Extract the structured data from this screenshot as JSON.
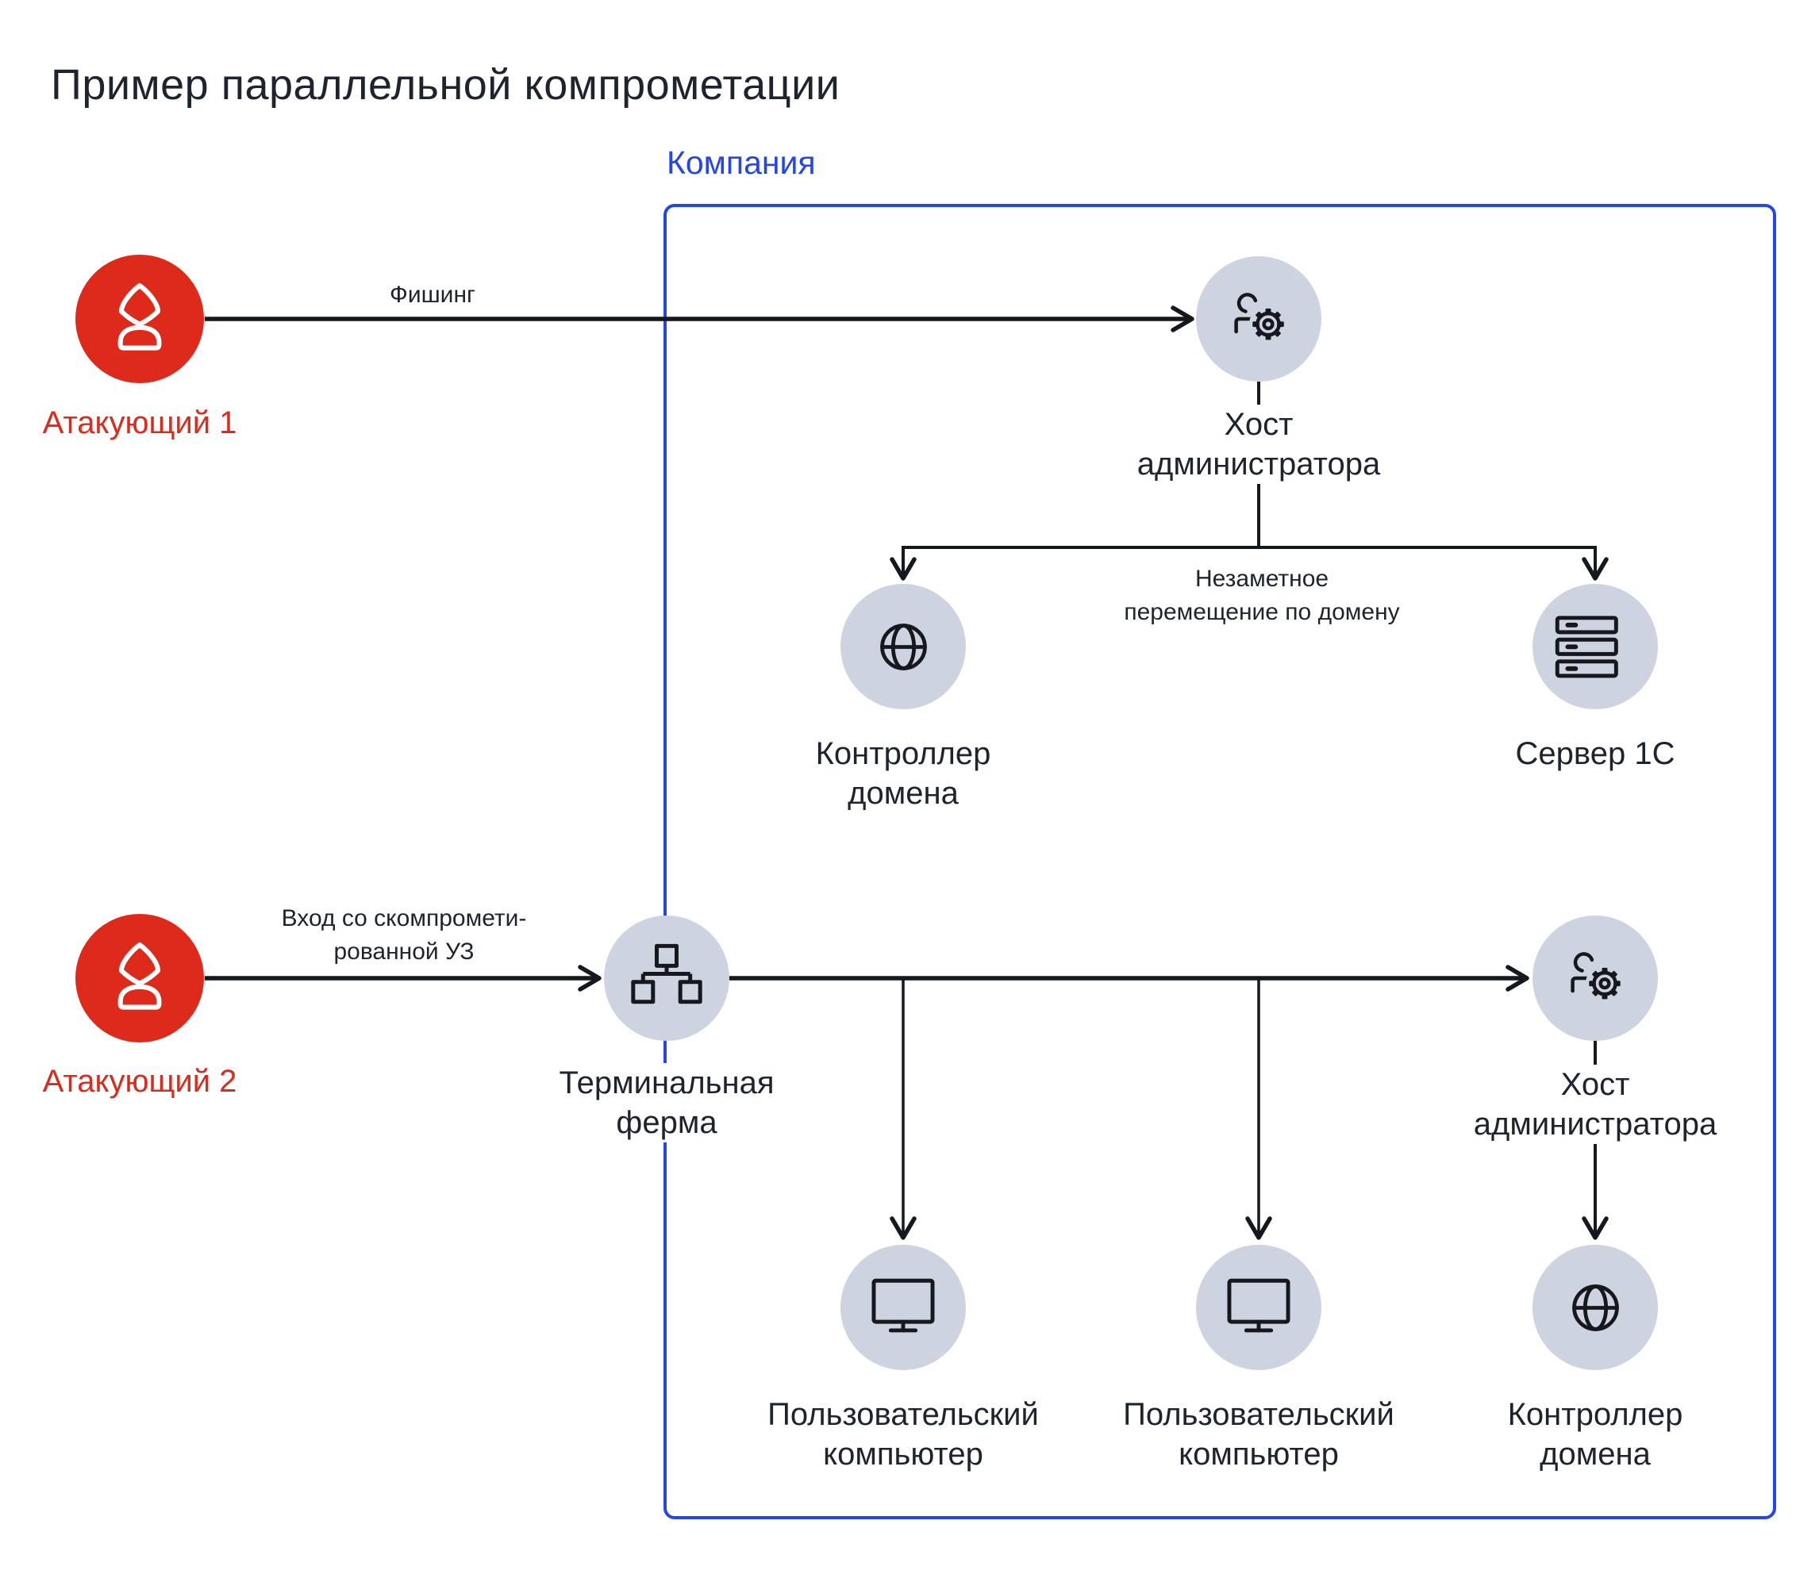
{
  "title": "Пример параллельной компрометации",
  "company": {
    "label": "Компания"
  },
  "edge_labels": {
    "phishing": "Фишинг",
    "compromised_login": {
      "line1": "Вход со скомпромети-",
      "line2": "рованной УЗ"
    },
    "lateral_movement": {
      "line1": "Незаметное",
      "line2": "перемещение по домену"
    }
  },
  "nodes": {
    "attacker_1": {
      "label": "Атакующий 1"
    },
    "attacker_2": {
      "label": "Атакующий 2"
    },
    "admin_host_1": {
      "line1": "Хост",
      "line2": "администратора"
    },
    "domain_controller_1": {
      "line1": "Контроллер",
      "line2": "домена"
    },
    "server_1c": {
      "label": "Сервер 1С"
    },
    "terminal_farm": {
      "line1": "Терминальная",
      "line2": "ферма"
    },
    "admin_host_2": {
      "line1": "Хост",
      "line2": "администратора"
    },
    "user_pc_1": {
      "line1": "Пользовательский",
      "line2": "компьютер"
    },
    "user_pc_2": {
      "line1": "Пользовательский",
      "line2": "компьютер"
    },
    "domain_controller_2": {
      "line1": "Контроллер",
      "line2": "домена"
    }
  },
  "colors": {
    "accent_blue": "#2545ec",
    "attacker_red": "#dd2a1a",
    "node_gray": "#ced3e0",
    "line_ink": "#15181d",
    "text_dark": "#1d242e"
  }
}
